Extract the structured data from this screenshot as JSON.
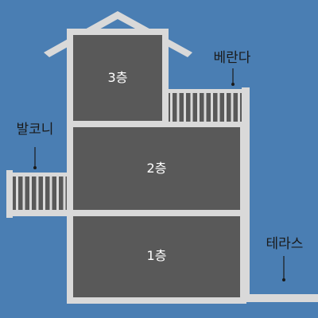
{
  "colors": {
    "background": "#4a7eb3",
    "wall": "#d9d9d9",
    "floor_fill": "#595959",
    "label_text": "#ffffff",
    "callout_text": "#1a1a1a"
  },
  "floors": {
    "third": "3층",
    "second": "2층",
    "first": "1층"
  },
  "callouts": {
    "veranda": "베란다",
    "balcony": "발코니",
    "terrace": "테라스"
  }
}
